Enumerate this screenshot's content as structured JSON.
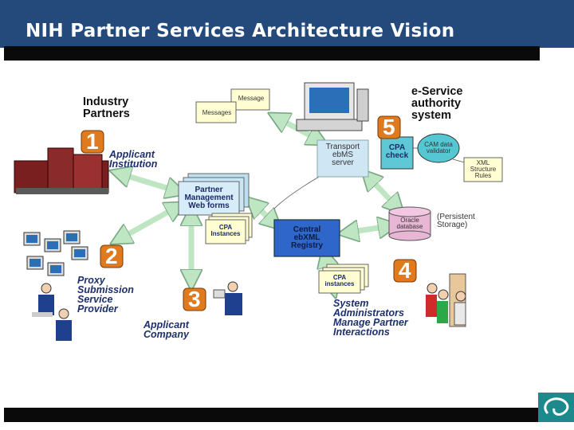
{
  "slide": {
    "title": "NIH Partner Services Architecture Vision"
  },
  "labels": {
    "industry_partners": [
      "Industry",
      "Partners"
    ],
    "eservice": [
      "e-Service",
      "authority",
      "system"
    ],
    "applicant_institution": [
      "Applicant",
      "Institution"
    ],
    "proxy": [
      "Proxy",
      "Submission",
      "Service",
      "Provider"
    ],
    "applicant_company": [
      "Applicant",
      "Company"
    ],
    "sysadmins": [
      "System",
      "Administrators",
      "Manage Partner",
      "Interactions"
    ],
    "persistent_storage": [
      "(Persistent",
      "Storage)"
    ]
  },
  "numbers": [
    "1",
    "2",
    "3",
    "4",
    "5"
  ],
  "nodes": {
    "messages": "Messages",
    "messages_back": "Message",
    "transport": [
      "Transport",
      "ebMS",
      "server"
    ],
    "cpa_check": [
      "CPA",
      "check"
    ],
    "cam_validator": [
      "CAM data",
      "validator"
    ],
    "xml_rules": [
      "XML",
      "Structure",
      "Rules"
    ],
    "oracle": [
      "Oracle",
      "database"
    ],
    "partner_mgmt": [
      "Partner",
      "Management",
      "Web forms"
    ],
    "cpa_instances_1": [
      "CPA",
      "Instances"
    ],
    "registry": [
      "Central",
      "ebXML",
      "Registry"
    ],
    "cpa_instances_2": [
      "CPA",
      "instances"
    ]
  },
  "colors": {
    "header": "#244a7c",
    "label_navy": "#1d2f6d",
    "box_light_blue": "#cfe6f4",
    "registry_blue": "#2f66c9",
    "number_orange": "#e07a1e",
    "arrow_green": "#bfe6c2",
    "oval_cyan": "#54c7d2"
  }
}
